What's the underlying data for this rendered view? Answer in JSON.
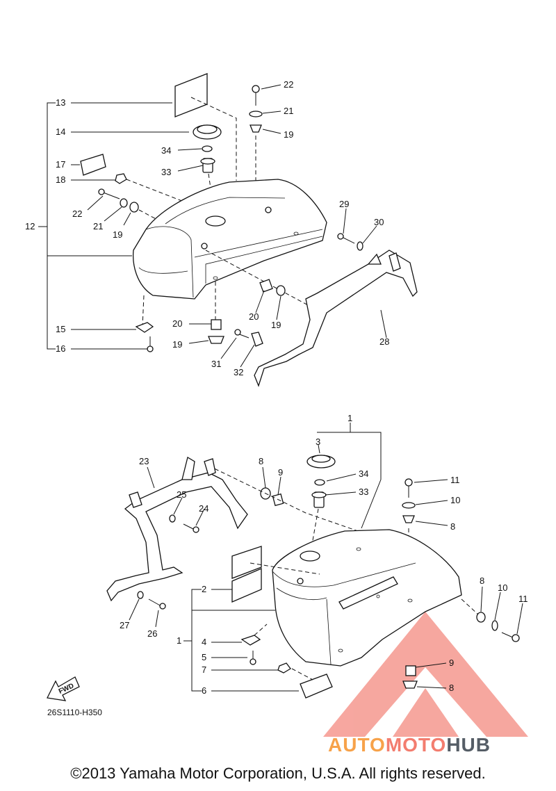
{
  "callouts": {
    "c13": "13",
    "c14": "14",
    "c17": "17",
    "c18": "18",
    "c12": "12",
    "c22a": "22",
    "c21a": "21",
    "c19a": "19",
    "c22b": "22",
    "c21b": "21",
    "c19b": "19",
    "c34a": "34",
    "c33a": "33",
    "c29": "29",
    "c30": "30",
    "c15": "15",
    "c16": "16",
    "c20a": "20",
    "c20b": "20",
    "c19c": "19",
    "c19d": "19",
    "c31": "31",
    "c32": "32",
    "c28": "28",
    "c1a": "1",
    "c3": "3",
    "c23": "23",
    "c8a": "8",
    "c9a": "9",
    "c34b": "34",
    "c33b": "33",
    "c25": "25",
    "c24": "24",
    "c11a": "11",
    "c10a": "10",
    "c8b": "8",
    "c2": "2",
    "c1b": "1",
    "c4": "4",
    "c5": "5",
    "c7": "7",
    "c6": "6",
    "c27": "27",
    "c26": "26",
    "c8c": "8",
    "c10b": "10",
    "c11b": "11",
    "c9b": "9",
    "c8d": "8"
  },
  "fwd_label": "FWD",
  "figure_code": "26S1110-H350",
  "copyright": "©2013 Yamaha Motor Corporation, U.S.A. All rights reserved.",
  "watermark": {
    "auto": "AUTO",
    "moto": "MOTO",
    "hub": "HUB"
  },
  "colors": {
    "watermark_red": "#f37d6f",
    "watermark_orange": "#f7a24a",
    "watermark_gray": "#555d66"
  }
}
